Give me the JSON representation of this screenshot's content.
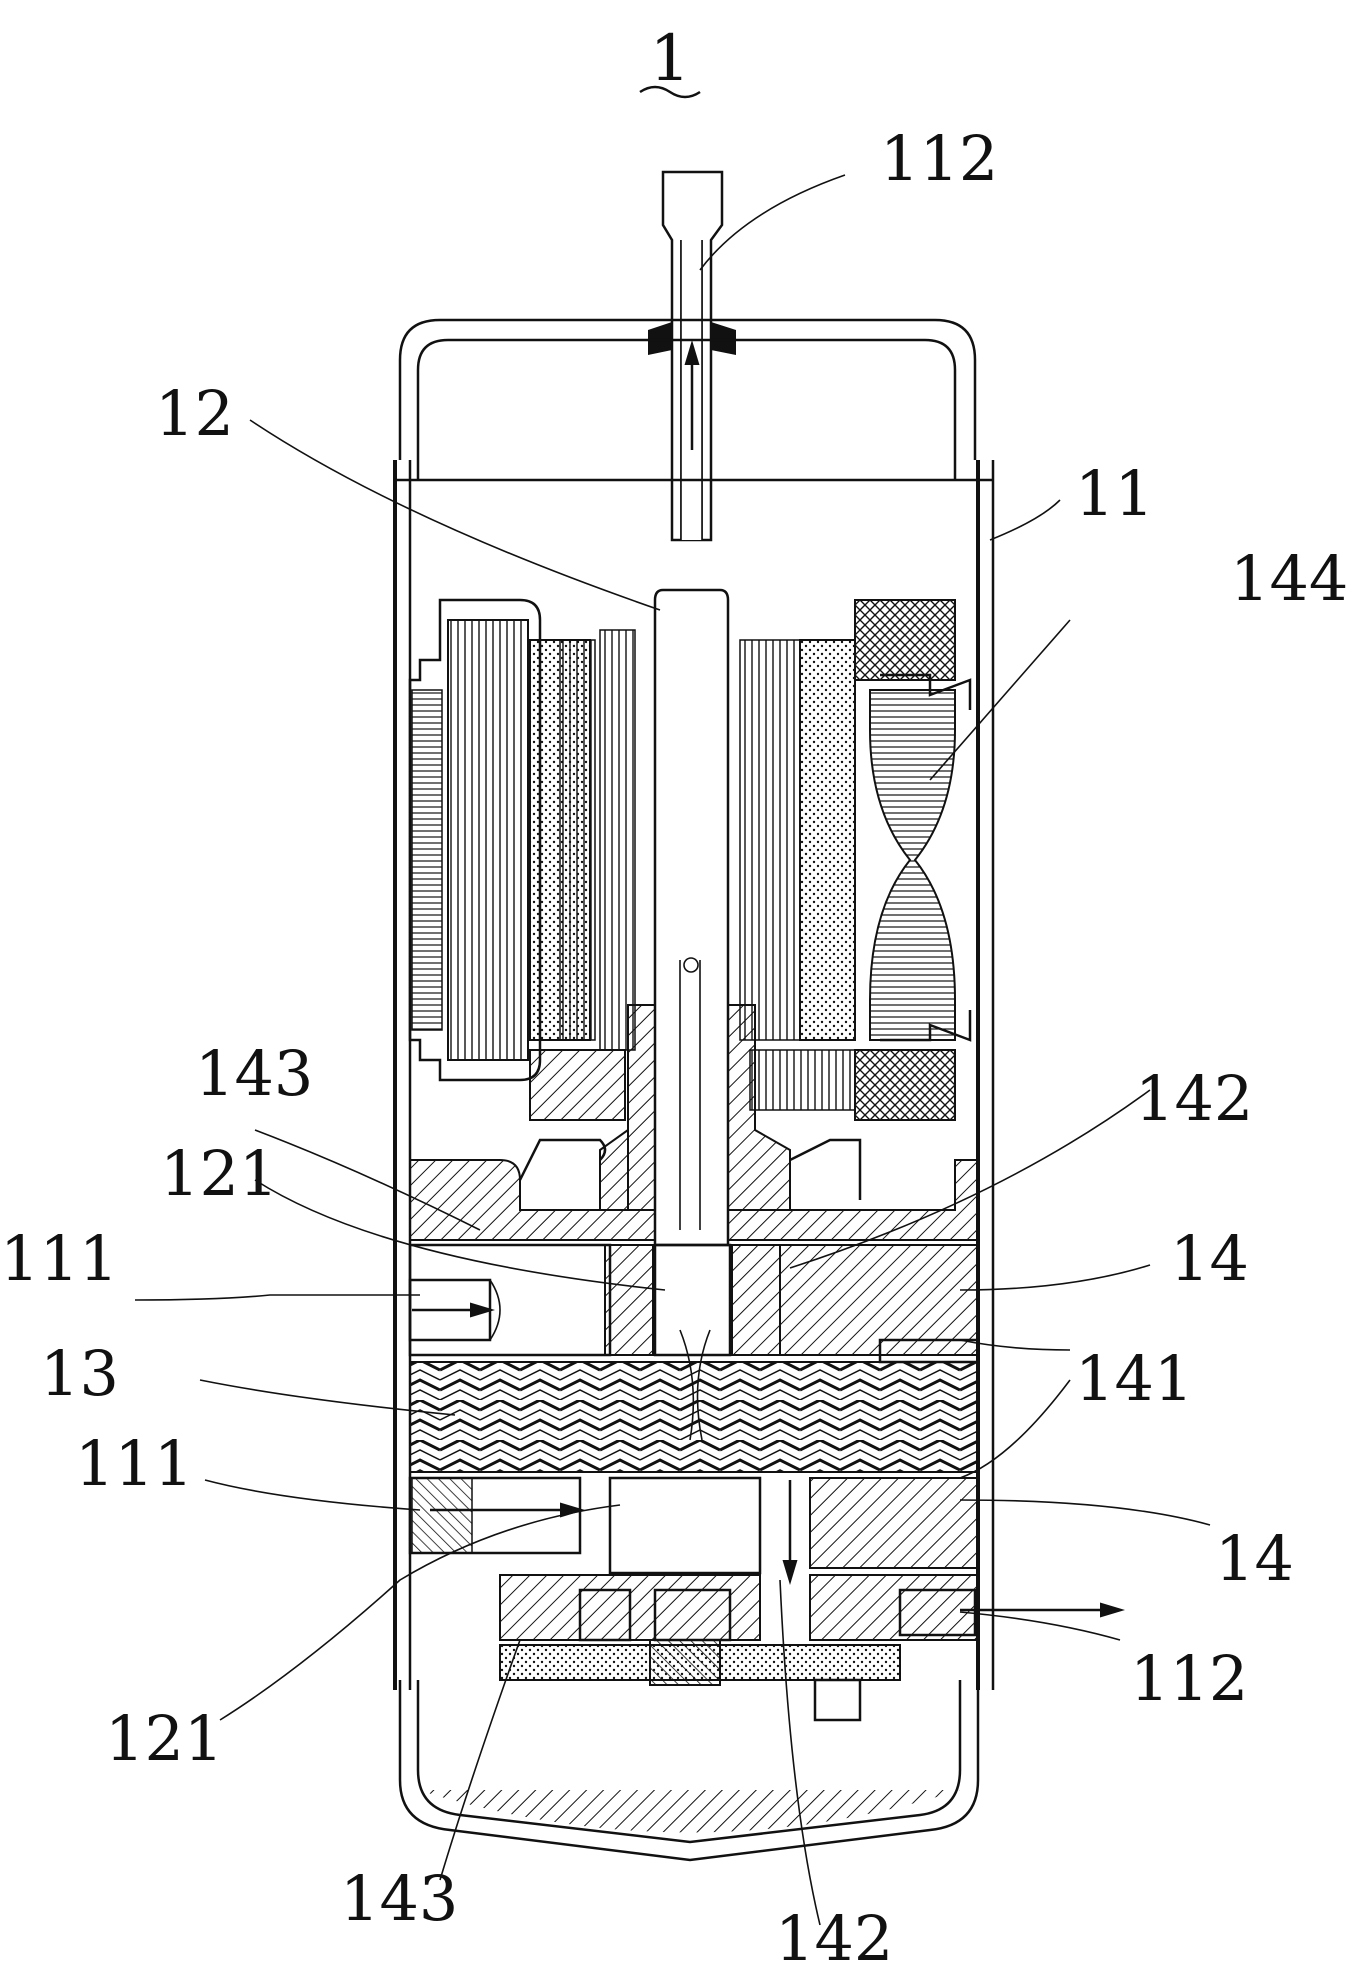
{
  "figure": {
    "title_label": "1",
    "labels": {
      "outlet_pipe_top": "112",
      "shaft": "12",
      "housing": "11",
      "stator_coil": "144",
      "upper_bearing_left": "143",
      "right_upper": "142",
      "crank_upper": "121",
      "inlet_upper": "111",
      "cylinder_upper": "14",
      "partition": "13",
      "vane_slot": "141",
      "inlet_lower": "111",
      "cylinder_lower": "14",
      "outlet_pipe_bottom": "112",
      "crank_lower": "121",
      "lower_bearing": "143",
      "flow_lower": "142"
    }
  }
}
